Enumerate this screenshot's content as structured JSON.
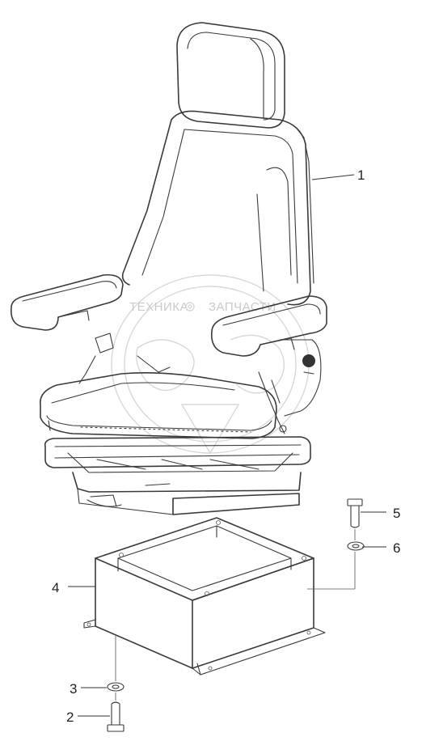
{
  "watermark": {
    "left_text": "ТЕХНИКА",
    "right_text": "ЗАПЧАСТИ",
    "gear_icon": "gear-icon"
  },
  "callouts": [
    {
      "id": "seat",
      "label": "1"
    },
    {
      "id": "bolt-bottom",
      "label": "2"
    },
    {
      "id": "washer-bottom",
      "label": "3"
    },
    {
      "id": "seat-box",
      "label": "4"
    },
    {
      "id": "bolt-top",
      "label": "5"
    },
    {
      "id": "washer-top",
      "label": "6"
    }
  ],
  "colors": {
    "line": "#3a3a3a",
    "watermark": "#c9c9c9"
  }
}
